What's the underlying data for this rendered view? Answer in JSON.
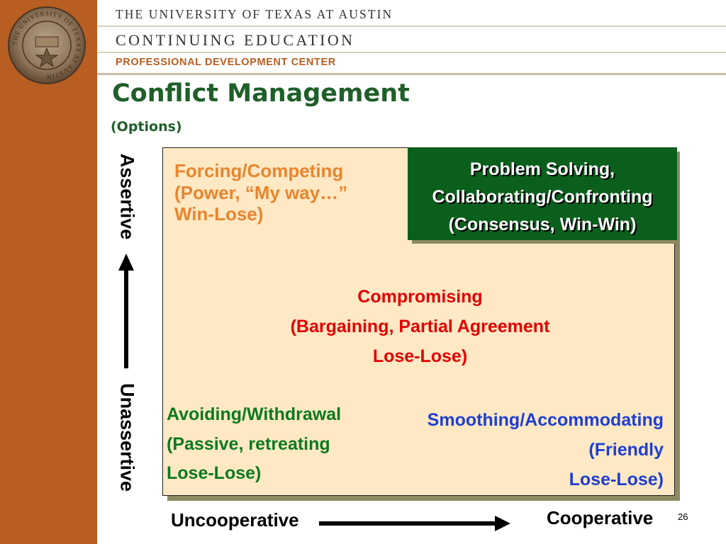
{
  "header": {
    "line1": "THE UNIVERSITY OF TEXAS AT AUSTIN",
    "line2": "CONTINUING EDUCATION",
    "line3": "PROFESSIONAL DEVELOPMENT CENTER",
    "seal_text": "THE UNIVERSITY OF TEXAS AT AUSTIN"
  },
  "slide": {
    "title": "Conflict Management",
    "subtitle": "(Options)",
    "page_number": "26"
  },
  "quadrants": {
    "forcing": [
      "Forcing/Competing",
      "(Power, “My way…”",
      "Win-Lose)"
    ],
    "problem_solving": [
      "Problem Solving,",
      "Collaborating/Confronting",
      "(Consensus, Win-Win)"
    ],
    "compromising": [
      "Compromising",
      "(Bargaining, Partial Agreement",
      "Lose-Lose)"
    ],
    "avoiding": [
      "Avoiding/Withdrawal",
      "(Passive, retreating",
      "Lose-Lose)"
    ],
    "smoothing": [
      "Smoothing/Accommodating",
      "(Friendly",
      "Lose-Lose)"
    ]
  },
  "axes": {
    "vertical_top": "Assertive",
    "vertical_bottom": "Unassertive",
    "horizontal_left": "Uncooperative",
    "horizontal_right": "Cooperative"
  },
  "colors": {
    "sidebar": "#b85e22",
    "title": "#1f5f2a",
    "grid_fill": "#ffe8c4",
    "forcing": "#e8852e",
    "problem_solving_box": "#0b5f1c",
    "compromising": "#e00000",
    "avoiding": "#0b7a1e",
    "smoothing": "#1d3fd1"
  }
}
